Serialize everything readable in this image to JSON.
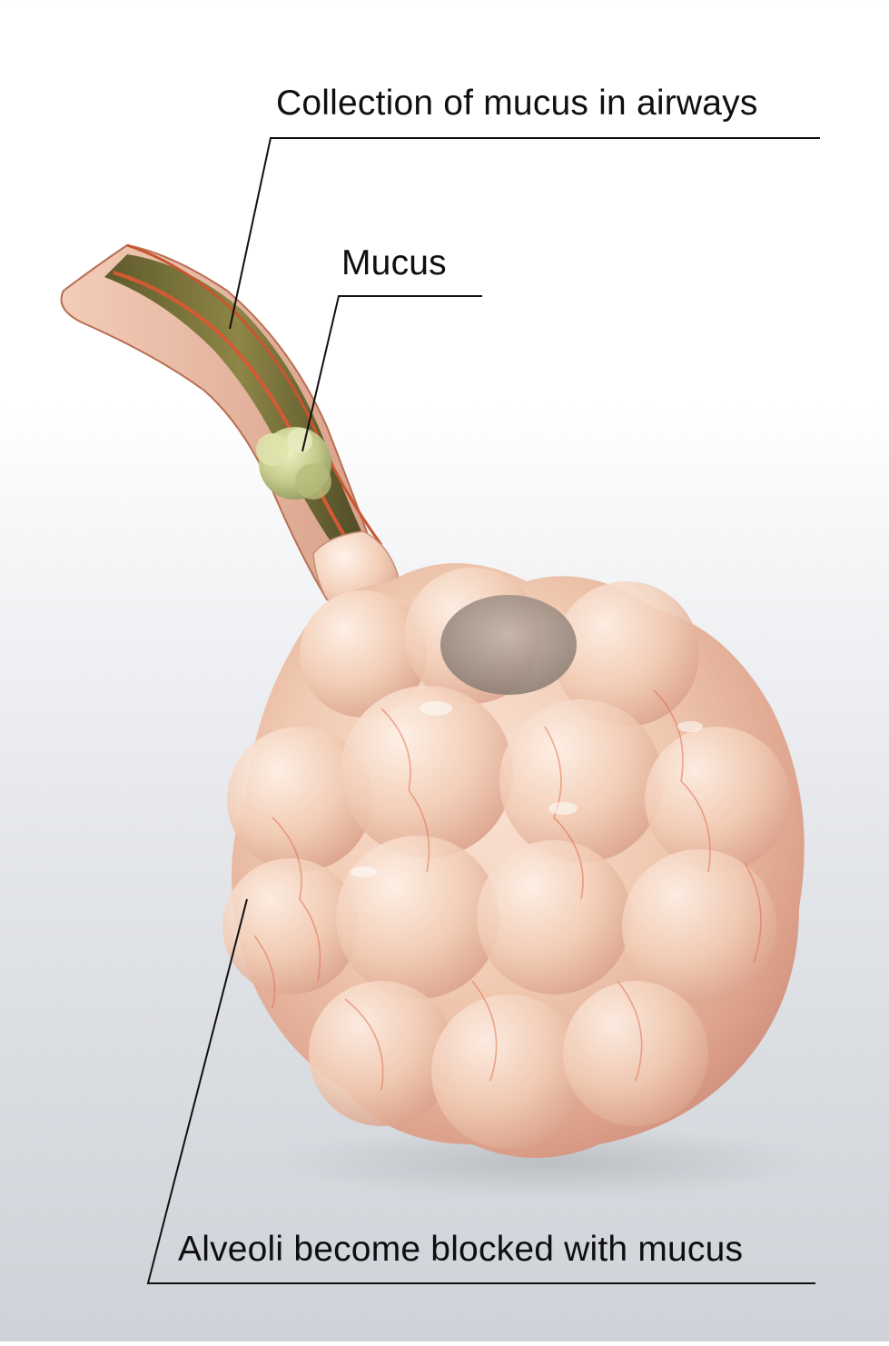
{
  "labels": {
    "airways": "Collection of mucus in airways",
    "mucus": "Mucus",
    "alveoli": "Alveoli become blocked with mucus"
  }
}
